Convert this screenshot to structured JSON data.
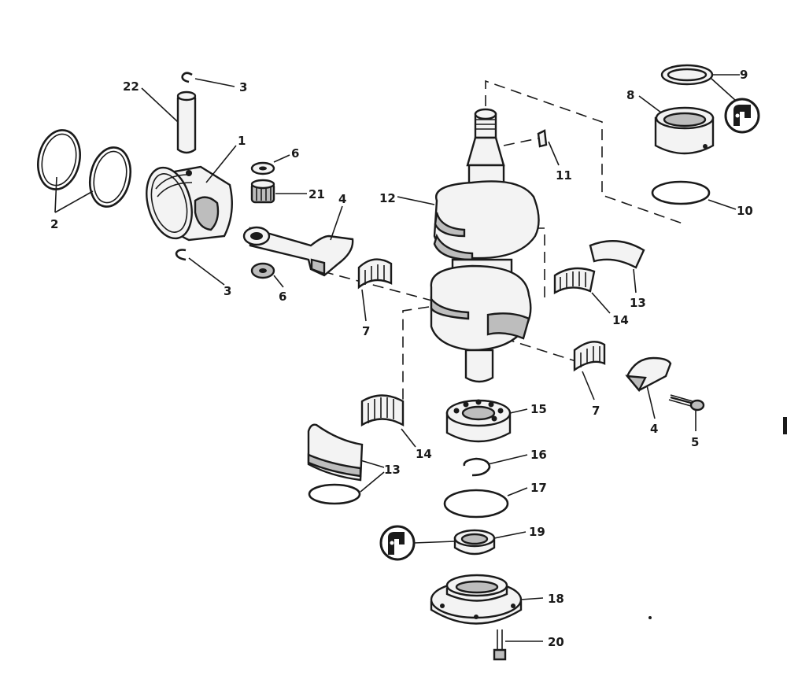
{
  "diagram": {
    "colors": {
      "ink": "#1a1a1a",
      "paper": "#ffffff",
      "shade": "#bdbdbd"
    },
    "callouts": {
      "c1": "1",
      "c2": "2",
      "c3a": "3",
      "c3b": "3",
      "c4a": "4",
      "c4b": "4",
      "c5": "5",
      "c6a": "6",
      "c6b": "6",
      "c7a": "7",
      "c7b": "7",
      "c8": "8",
      "c9": "9",
      "c10": "10",
      "c11": "11",
      "c12": "12",
      "c13a": "13",
      "c13b": "13",
      "c14a": "14",
      "c14b": "14",
      "c15": "15",
      "c16": "16",
      "c17": "17",
      "c18": "18",
      "c19": "19",
      "c20": "20",
      "c21": "21",
      "c22": "22"
    },
    "icons": {
      "seal_symbol_top": "sealant-application-icon",
      "seal_symbol_bottom": "sealant-application-icon"
    }
  }
}
